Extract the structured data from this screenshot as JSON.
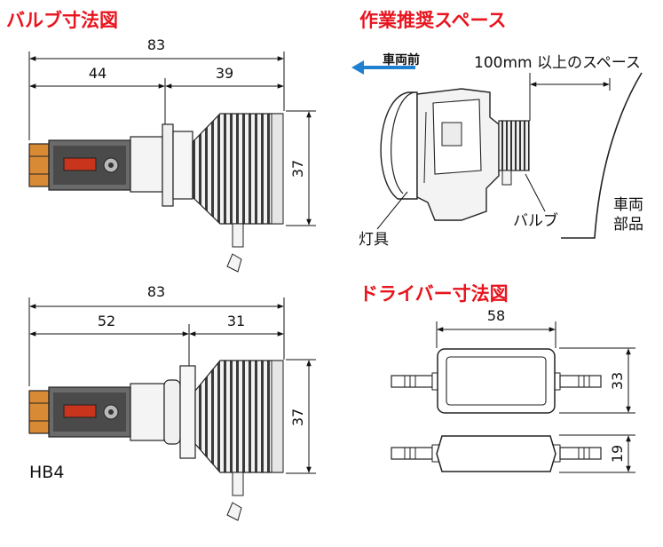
{
  "colors": {
    "heading": "#e8141e",
    "arrow": "#1f7fd0",
    "line": "#111111",
    "bulb_body": "#555555",
    "bulb_dark": "#2a2a2a"
  },
  "bulb_section": {
    "title": "バルブ寸法図",
    "top": {
      "total": "83",
      "left": "44",
      "right": "39",
      "height": "37"
    },
    "bottom": {
      "total": "83",
      "left": "52",
      "right": "31",
      "height": "37",
      "model": "HB4"
    }
  },
  "space_section": {
    "title": "作業推奨スペース",
    "front_label": "車両前",
    "space_label": "100mm 以上のスペース",
    "lamp_label": "灯具",
    "bulb_label": "バルブ",
    "vehicle_label_line1": "車両",
    "vehicle_label_line2": "部品"
  },
  "driver_section": {
    "title": "ドライバー寸法図",
    "width": "58",
    "height_front": "33",
    "height_side": "19"
  }
}
